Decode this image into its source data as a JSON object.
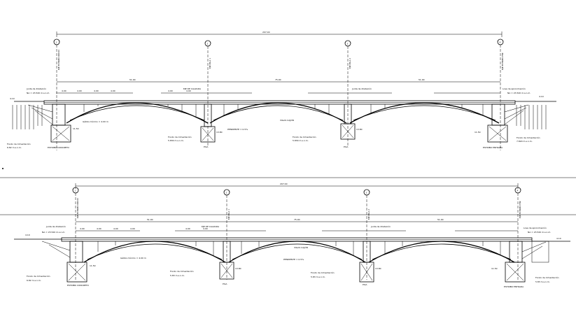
{
  "elevations": [
    {
      "id": "top",
      "overall_dim": "207.00",
      "axis_labels": [
        "1",
        "2",
        "3",
        "4"
      ],
      "axis_text": [
        "EJE ESTRIBO INICIO",
        "EJE PILA 1",
        "EJE PILA 2",
        "EJE ESTRIBO FIN"
      ],
      "span_dims": [
        "51.00",
        "75.00",
        "51.00"
      ],
      "level_left": "4.10",
      "level_right": "4.10",
      "labels": {
        "junta_left": "Junta de dilatación",
        "junta_right": "Junta de dilatación",
        "losa": "Losa de aproximación",
        "nivel_left": "NA = 23.520 m.s.n.m.",
        "nivel_right": "NA = 23.520 m.s.n.m.",
        "galibo": "Gálibo mínimo = 4.00 m",
        "viga": "VIGAS CAJÓN",
        "eje": "EJE DE CALZADA",
        "rasante": "PENDIENTE = 0.5%",
        "fondo_1": "Fondo de Cimentación",
        "fondo_1_val": "5.830 m.s.n.m.",
        "fondo_2": "Fondo de Cimentación",
        "fondo_2_val": "5.830 m.s.n.m.",
        "fondo_3": "Fondo de Cimentación",
        "fondo_3_val": "7.820 m.s.n.m.",
        "fondo_4": "Fondo de Cimentación",
        "fondo_4_val": "6.82 m.s.n.m.",
        "estribo_inicio": "ESTRIBO CONCRETO",
        "estribo_fin": "ESTRIBO ENTRADA",
        "pila_1": "PILA",
        "pila_2": "PILA",
        "h_left": "11.50",
        "h_p1": "13.80",
        "h_p2": "13.80",
        "h_right": "11.50"
      }
    },
    {
      "id": "bottom",
      "overall_dim": "207.00",
      "axis_labels": [
        "1",
        "2",
        "3",
        "4"
      ],
      "axis_text": [
        "EJE ESTRIBO INICIO",
        "EJE PILA 1",
        "EJE PILA 2",
        "EJE ESTRIBO FIN"
      ],
      "span_dims": [
        "51.00",
        "75.00",
        "51.00"
      ],
      "level_left": "4.10",
      "level_right": "4.10",
      "labels": {
        "junta_left": "Junta de dilatación",
        "junta_right": "Junta de dilatación",
        "losa": "Losa de aproximación",
        "nivel_left": "NA = 23.520 m.s.n.m.",
        "nivel_right": "NA = 23.520 m.s.n.m.",
        "galibo": "Gálibo mínimo = 4.00 m",
        "viga": "VIGAS CAJÓN",
        "eje": "EJE DE CALZADA",
        "rasante": "PENDIENTE = 0.5%",
        "fondo_1": "Fondo de Cimentación",
        "fondo_1_val": "5.83 m.s.n.m.",
        "fondo_2": "Fondo de Cimentación",
        "fondo_2_val": "5.83 m.s.n.m.",
        "fondo_3": "Fondo de Cimentación",
        "fondo_3_val": "5.83 m.s.n.m.",
        "fondo_4": "Fondo de Cimentación",
        "fondo_4_val": "6.82 m.s.n.m.",
        "estribo_inicio": "ESTRIBO CONCRETO",
        "estribo_fin": "ESTRIBO ENTRADA",
        "pila_1": "PILA",
        "pila_2": "PILA",
        "h_left": "11.50",
        "h_p1": "13.80",
        "h_p2": "13.80",
        "h_right": "11.50"
      }
    }
  ],
  "tick_dims": [
    "4.00",
    "4.00",
    "4.00",
    "4.00",
    "4.00",
    "4.00"
  ]
}
